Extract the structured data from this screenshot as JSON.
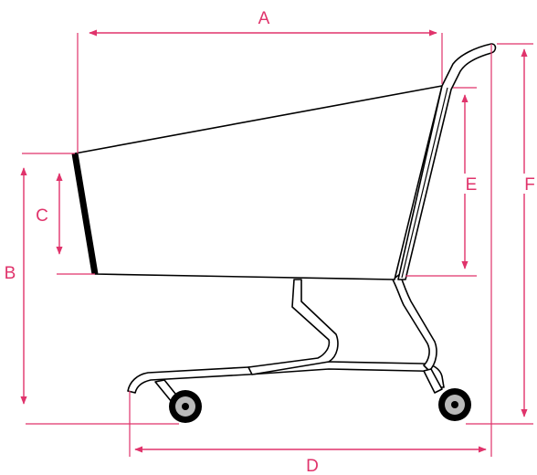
{
  "diagram": {
    "labels": {
      "A": "A",
      "B": "B",
      "C": "C",
      "D": "D",
      "E": "E",
      "F": "F"
    },
    "colors": {
      "dimension": "#e0336b",
      "cart_outline": "#000000",
      "wheel_gray": "#b9b9b9"
    }
  }
}
